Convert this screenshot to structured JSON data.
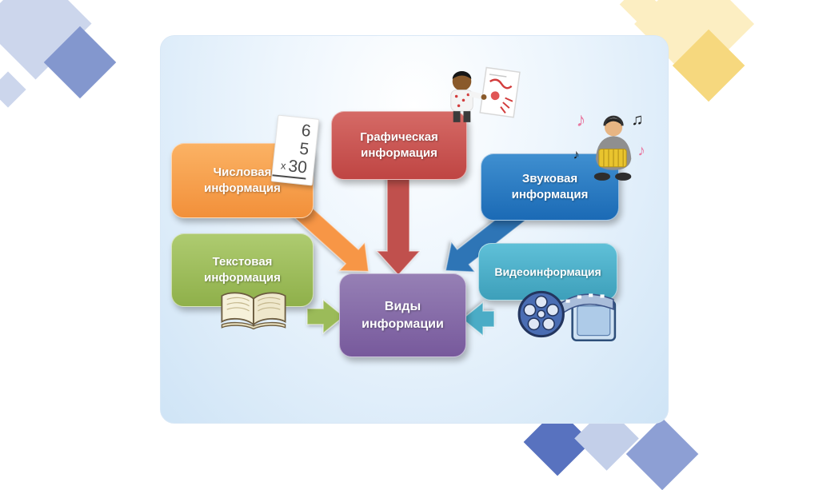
{
  "slide": {
    "center_node": {
      "label": "Виды\nинформации",
      "color": "#8064a2"
    },
    "nodes": [
      {
        "id": "numeric",
        "label": "Числовая\nинформация",
        "color": "#f79646"
      },
      {
        "id": "graphic",
        "label": "Графическая\nинформация",
        "color": "#c0504d"
      },
      {
        "id": "sound",
        "label": "Звуковая\nинформация",
        "color": "#2e75b6"
      },
      {
        "id": "text",
        "label": "Текстовая\nинформация",
        "color": "#9bbb59"
      },
      {
        "id": "video",
        "label": "Видеоинформация",
        "color": "#4bacc6"
      }
    ],
    "numbers_card": {
      "digit1": "6",
      "digit2": "5",
      "multiply_sign": "х",
      "digit3": "30"
    },
    "music_notes": [
      "♪",
      "♫",
      "♪",
      "♪"
    ]
  }
}
